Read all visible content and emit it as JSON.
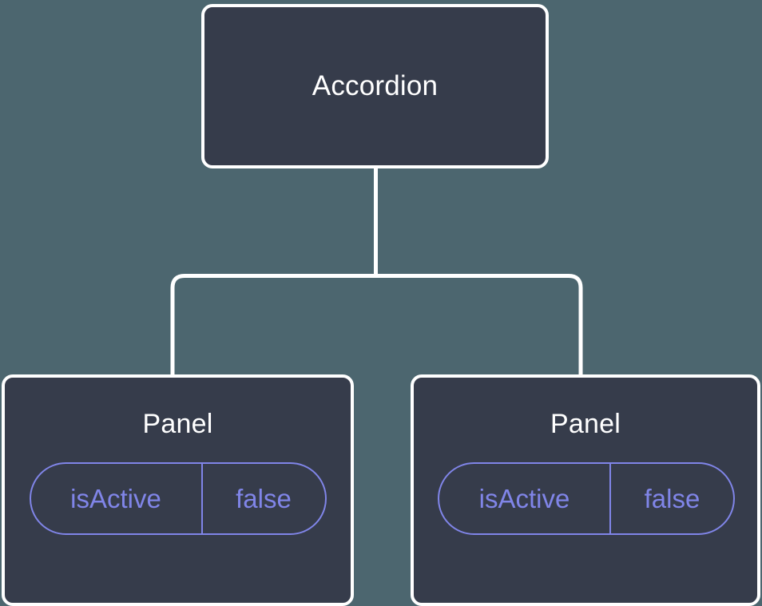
{
  "diagram": {
    "type": "component-tree",
    "background_color": "#4c666f",
    "node_fill_color": "#363c4b",
    "node_border_color": "#ffffff",
    "accent_color": "#8085e8",
    "connector_color": "#ffffff"
  },
  "root": {
    "label": "Accordion"
  },
  "children": [
    {
      "label": "Panel",
      "state": {
        "key": "isActive",
        "value": "false"
      }
    },
    {
      "label": "Panel",
      "state": {
        "key": "isActive",
        "value": "false"
      }
    }
  ]
}
